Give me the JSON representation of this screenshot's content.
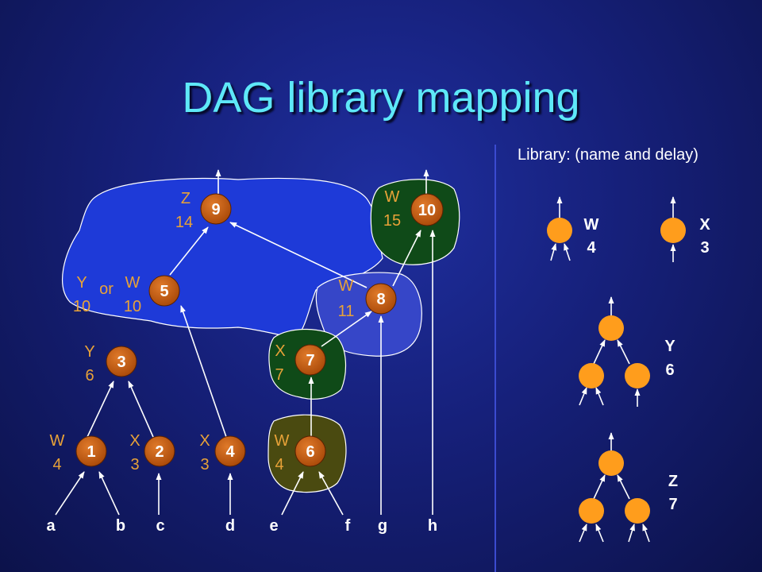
{
  "title": "DAG library mapping",
  "library": {
    "header": "Library:  (name and delay)",
    "cells": [
      {
        "name": "W",
        "delay": "4"
      },
      {
        "name": "X",
        "delay": "3"
      },
      {
        "name": "Y",
        "delay": "6"
      },
      {
        "name": "Z",
        "delay": "7"
      }
    ]
  },
  "nodes": [
    {
      "id": "1",
      "name": "W",
      "delay": "4"
    },
    {
      "id": "2",
      "name": "X",
      "delay": "3"
    },
    {
      "id": "3",
      "name": "Y",
      "delay": "6"
    },
    {
      "id": "4",
      "name": "X",
      "delay": "3"
    },
    {
      "id": "5",
      "name_a": "Y",
      "delay_a": "10",
      "or": "or",
      "name_b": "W",
      "delay_b": "10"
    },
    {
      "id": "6",
      "name": "W",
      "delay": "4"
    },
    {
      "id": "7",
      "name": "X",
      "delay": "7"
    },
    {
      "id": "8",
      "name": "W",
      "delay": "11"
    },
    {
      "id": "9",
      "name": "Z",
      "delay": "14"
    },
    {
      "id": "10",
      "name": "W",
      "delay": "15"
    }
  ],
  "inputs": [
    "a",
    "b",
    "c",
    "d",
    "e",
    "f",
    "g",
    "h"
  ],
  "colors": {
    "node_fill": "#c05a12",
    "library_node_fill": "#ff9d1c",
    "label": "#e8a238",
    "title": "#5ee8f8",
    "region_blue": "#1e3ad8",
    "region_green": "#0f4a18",
    "region_olive": "#4a4a10"
  }
}
